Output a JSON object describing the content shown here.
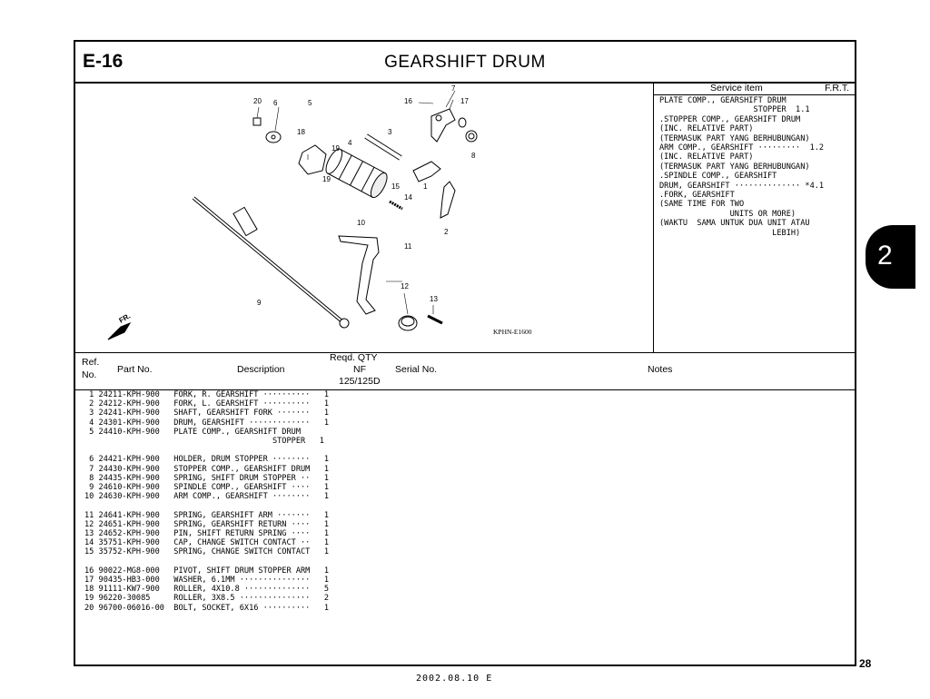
{
  "header": {
    "code": "E-16",
    "title": "GEARSHIFT DRUM"
  },
  "diagram": {
    "callouts": [
      "1",
      "2",
      "3",
      "4",
      "5",
      "6",
      "7",
      "8",
      "9",
      "10",
      "11",
      "12",
      "13",
      "14",
      "15",
      "16",
      "17",
      "18",
      "19",
      "19",
      "20"
    ],
    "fr_label": "FR.",
    "drawing_code": "KPHN-E1600"
  },
  "service": {
    "header_item": "Service item",
    "header_frt": "F.R.T.",
    "lines": [
      "PLATE COMP., GEARSHIFT DRUM",
      "                    STOPPER  1.1",
      ".STOPPER COMP., GEARSHIFT DRUM",
      "(INC. RELATIVE PART)",
      "(TERMASUK PART YANG BERHUBUNGAN)",
      "ARM COMP., GEARSHIFT ·········  1.2",
      "(INC. RELATIVE PART)",
      "(TERMASUK PART YANG BERHUBUNGAN)",
      ".SPINDLE COMP., GEARSHIFT",
      "DRUM, GEARSHIFT ·············· *4.1",
      ".FORK, GEARSHIFT",
      "(SAME TIME FOR TWO",
      "               UNITS OR MORE)",
      "(WAKTU  SAMA UNTUK DUA UNIT ATAU",
      "                        LEBIH)"
    ]
  },
  "table": {
    "headers": {
      "ref": "Ref.",
      "no": "No.",
      "part_no": "Part No.",
      "description": "Description",
      "reqd_qty": "Reqd. QTY",
      "nf": "NF",
      "model": "125/125D",
      "serial_no": "Serial No.",
      "notes": "Notes"
    },
    "rows": [
      " 1 24211-KPH-900   FORK, R. GEARSHIFT ··········   1",
      " 2 24212-KPH-900   FORK, L. GEARSHIFT ··········   1",
      " 3 24241-KPH-900   SHAFT, GEARSHIFT FORK ·······   1",
      " 4 24301-KPH-900   DRUM, GEARSHIFT ·············   1",
      " 5 24410-KPH-900   PLATE COMP., GEARSHIFT DRUM",
      "                                        STOPPER   1",
      "",
      " 6 24421-KPH-900   HOLDER, DRUM STOPPER ········   1",
      " 7 24430-KPH-900   STOPPER COMP., GEARSHIFT DRUM   1",
      " 8 24435-KPH-900   SPRING, SHIFT DRUM STOPPER ··   1",
      " 9 24610-KPH-900   SPINDLE COMP., GEARSHIFT ····   1",
      "10 24630-KPH-900   ARM COMP., GEARSHIFT ········   1",
      "",
      "11 24641-KPH-900   SPRING, GEARSHIFT ARM ·······   1",
      "12 24651-KPH-900   SPRING, GEARSHIFT RETURN ····   1",
      "13 24652-KPH-900   PIN, SHIFT RETURN SPRING ····   1",
      "14 35751-KPH-900   CAP, CHANGE SWITCH CONTACT ··   1",
      "15 35752-KPH-900   SPRING, CHANGE SWITCH CONTACT   1",
      "",
      "16 90022-MG8-000   PIVOT, SHIFT DRUM STOPPER ARM   1",
      "17 90435-HB3-000   WASHER, 6.1MM ···············   1",
      "18 91111-KW7-900   ROLLER, 4X10.8 ··············   5",
      "19 96220-30085     ROLLER, 3X8.5 ···············   2",
      "20 96700-06016-00  BOLT, SOCKET, 6X16 ··········   1"
    ]
  },
  "chapter_tab": "2",
  "page_number": "28",
  "footer": "2002.08.10    E"
}
